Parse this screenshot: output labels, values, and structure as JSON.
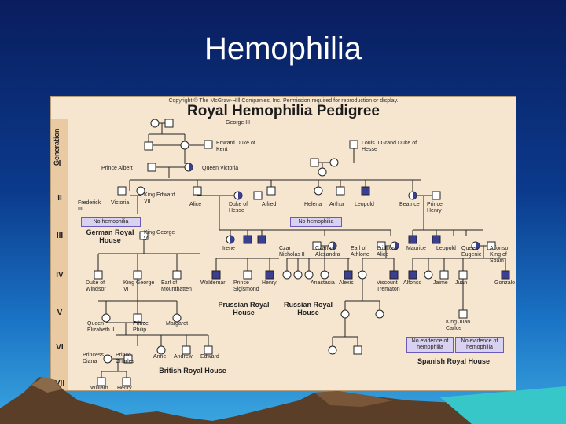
{
  "slide": {
    "title": "Hemophilia"
  },
  "pedigree": {
    "copyright": "Copyright © The McGraw-Hill Companies, Inc. Permission required for reproduction or display.",
    "title": "Royal Hemophilia Pedigree",
    "generation_header": "Generation",
    "generations": [
      "I",
      "II",
      "III",
      "IV",
      "V",
      "VI",
      "VII"
    ],
    "names": {
      "george_iii": "George III",
      "edward": "Edward Duke of Kent",
      "louis_ii": "Louis II Grand Duke of Hesse",
      "prince_albert": "Prince Albert",
      "queen_victoria": "Queen Victoria",
      "frederick_iii": "Frederick III",
      "victoria": "Victoria",
      "edward_vii": "King Edward VII",
      "alice": "Alice",
      "duke_hesse": "Duke of Hesse",
      "alfred": "Alfred",
      "helena": "Helena",
      "arthur": "Arthur",
      "leopold": "Leopold",
      "beatrice": "Beatrice",
      "prince_henry": "Prince Henry",
      "george_v": "King George V",
      "irene": "Irene",
      "czar": "Czar Nicholas II",
      "czarina": "Czarina Alexandra",
      "earl_athlone": "Earl of Athlone",
      "princess_alice": "Princess Alice",
      "maurice": "Maurice",
      "leopold2": "Leopold",
      "queen_eugenie": "Queen Eugenie",
      "alfonso_king": "Alfonso King of Spain",
      "duke_windsor": "Duke of Windsor",
      "george_vi": "King George VI",
      "earl_mountbatten": "Earl of Mountbatten",
      "waldemar": "Waldemar",
      "sigismond": "Prince Sigismond",
      "henry": "Henry",
      "anastasia": "Anastasia",
      "alexis": "Alexis",
      "viscount": "Viscount Trematon",
      "alfonso": "Alfonso",
      "jaime": "Jaime",
      "juan": "Juan",
      "gonzalo": "Gonzalo",
      "queen_elizabeth": "Queen Elizabeth II",
      "prince_philip": "Prince Philip",
      "margaret": "Margaret",
      "king_juan_carlos": "King Juan Carlos",
      "diana": "Princess Diana",
      "charles": "Prince Charles",
      "anne": "Anne",
      "andrew": "Andrew",
      "edward2": "Edward",
      "william": "William",
      "henry2": "Henry"
    },
    "notes": {
      "no_hemo_1": "No hemophilia",
      "no_hemo_2": "No hemophilia",
      "no_evidence_1": "No evidence of hemophilia",
      "no_evidence_2": "No evidence of hemophilia"
    },
    "houses": {
      "german": "German Royal House",
      "prussian": "Prussian Royal House",
      "russian": "Russian Royal House",
      "british": "British Royal House",
      "spanish": "Spanish Royal House"
    },
    "colors": {
      "affected": "#3a3f8f",
      "carrier": "#3a3f8f",
      "line": "#222222",
      "panel": "#f6e6d0"
    }
  }
}
